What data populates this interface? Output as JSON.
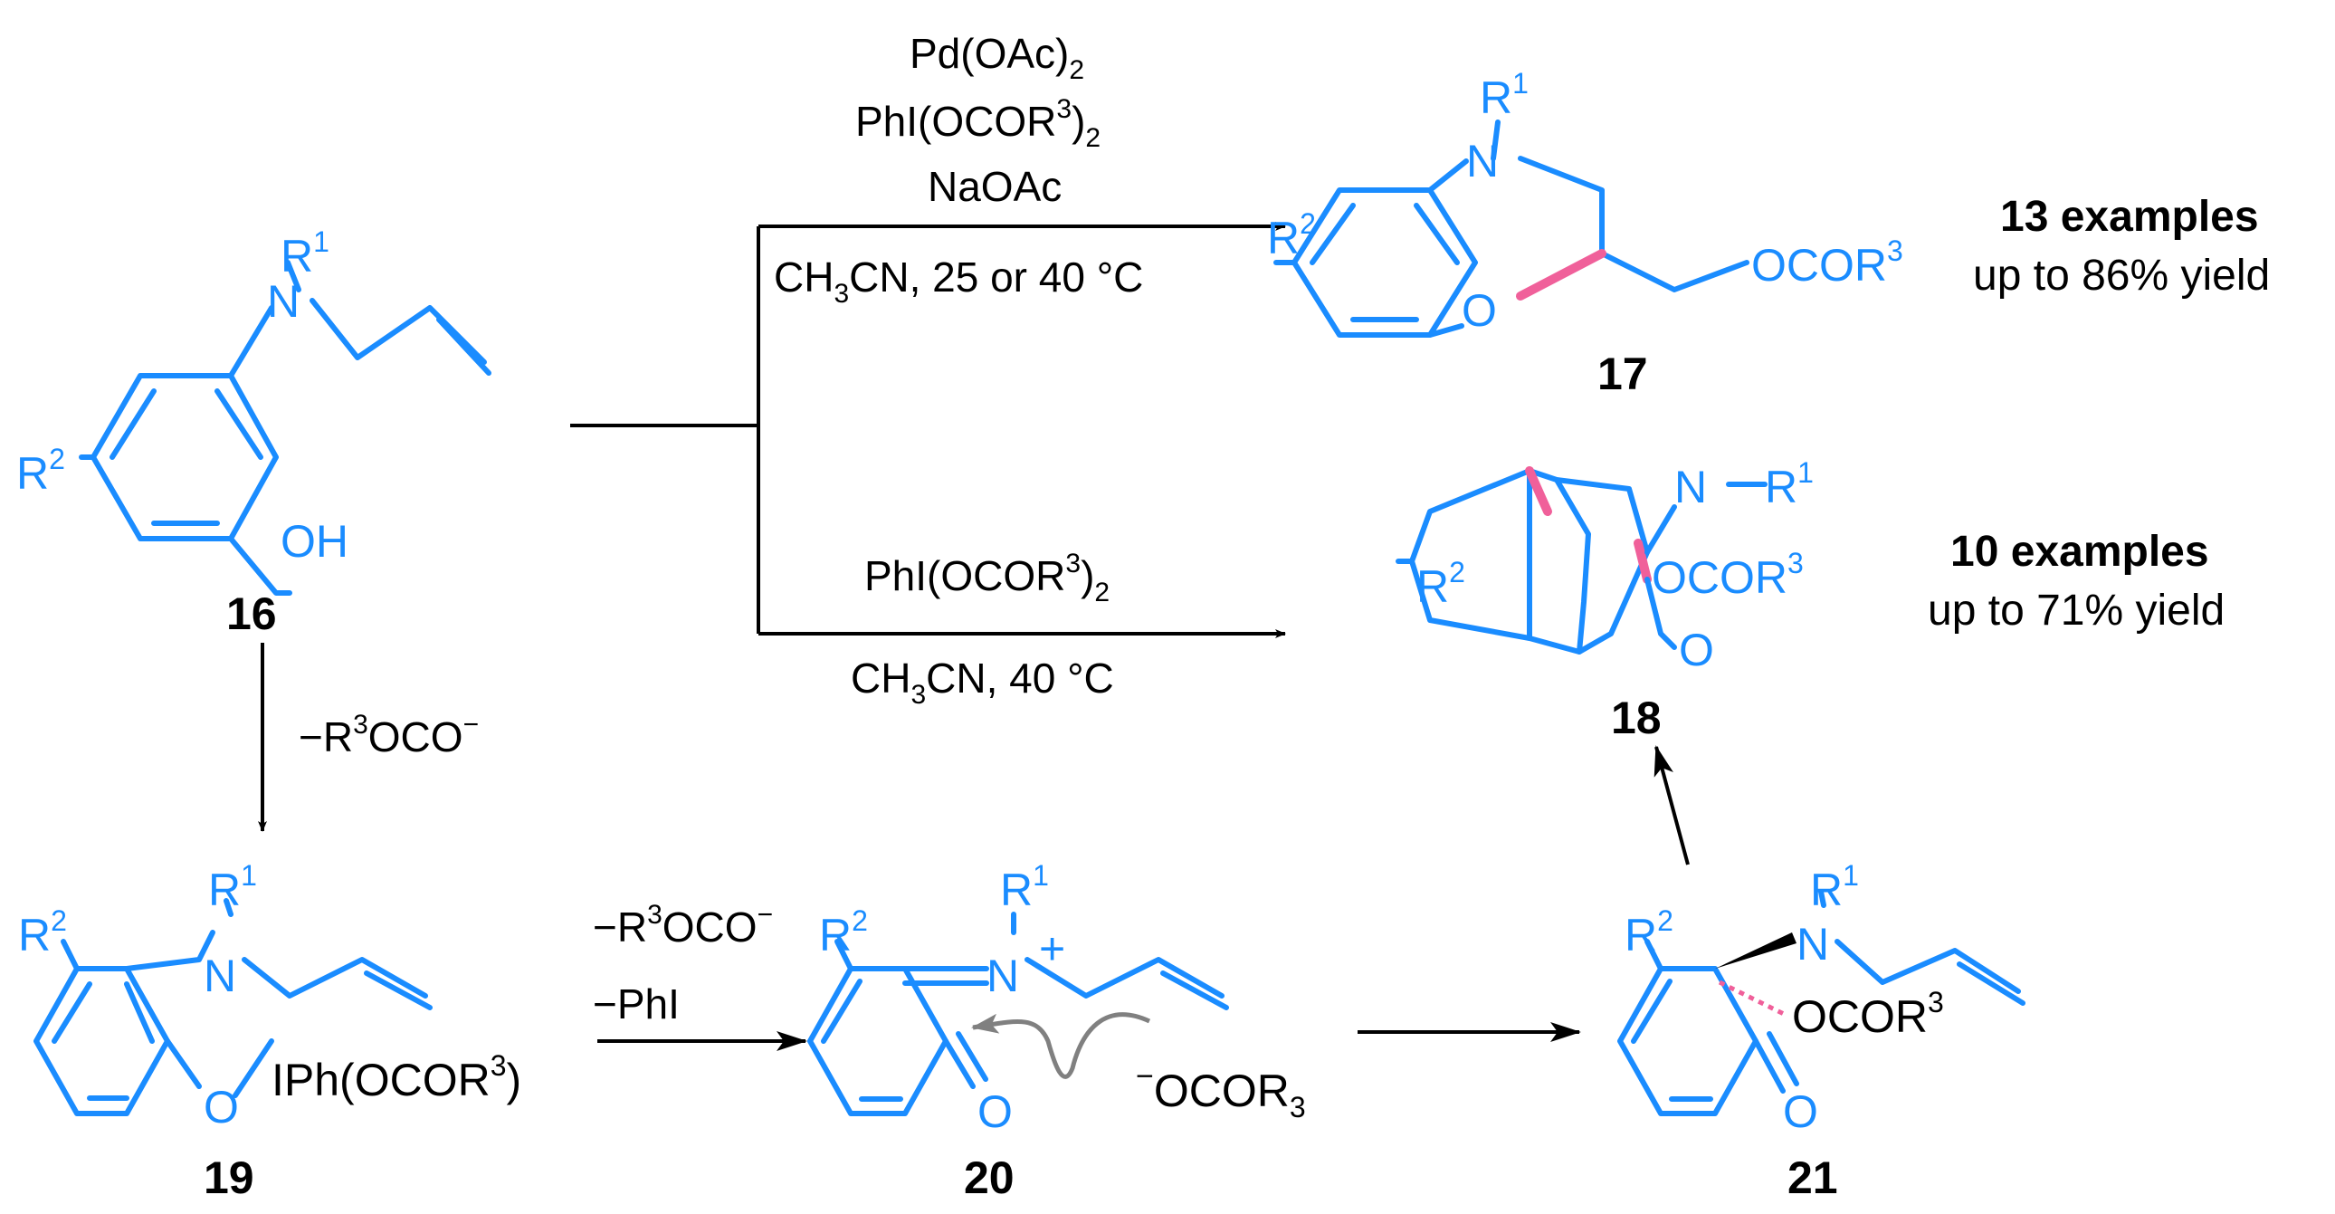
{
  "compounds": {
    "c16": {
      "number": "16",
      "R1": "R",
      "R1_sup": "1",
      "N": "N",
      "R2": "R",
      "R2_sup": "2",
      "OH": "OH"
    },
    "c17": {
      "number": "17",
      "R1": "R",
      "R1_sup": "1",
      "N": "N",
      "R2": "R",
      "R2_sup": "2",
      "O": "O",
      "ester": "OCOR",
      "ester_sup": "3"
    },
    "c18": {
      "number": "18",
      "N": "N",
      "R1": "R",
      "R1_sup": "1",
      "R2": "R",
      "R2_sup": "2",
      "ester": "OCOR",
      "ester_sup": "3",
      "O": "O"
    },
    "c19": {
      "number": "19",
      "R1": "R",
      "R1_sup": "1",
      "N": "N",
      "R2": "R",
      "R2_sup": "2",
      "O": "O",
      "iodane_a": "IPh(OCOR",
      "iodane_sup": "3",
      "iodane_b": ")"
    },
    "c20": {
      "number": "20",
      "R1": "R",
      "R1_sup": "1",
      "N": "N",
      "charge": "+",
      "R2": "R",
      "R2_sup": "2",
      "O": "O",
      "anion_minus": "−",
      "anion": "OCOR",
      "anion_sub": "3"
    },
    "c21": {
      "number": "21",
      "R1": "R",
      "R1_sup": "1",
      "N": "N",
      "R2": "R",
      "R2_sup": "2",
      "O": "O",
      "ester": "OCOR",
      "ester_sup": "3"
    }
  },
  "conditions": {
    "top": {
      "line1_a": "Pd(OAc)",
      "line1_sub": "2",
      "line2_a": "PhI(OCOR",
      "line2_sup": "3",
      "line2_b": ")",
      "line2_sub": "2",
      "line3": "NaOAc",
      "line4_a": "CH",
      "line4_sub": "3",
      "line4_b": "CN, 25 or 40 °C"
    },
    "bottom": {
      "line1_a": "PhI(OCOR",
      "line1_sup": "3",
      "line1_b": ")",
      "line1_sub": "2",
      "line2_a": "CH",
      "line2_sub": "3",
      "line2_b": "CN, 40 °C"
    },
    "down": {
      "a": "−R",
      "sup1": "3",
      "b": "OCO",
      "sup2": "−"
    },
    "mid": {
      "a": "−R",
      "sup1": "3",
      "b": "OCO",
      "sup2": "−",
      "line2": "−PhI"
    }
  },
  "results": {
    "r17": {
      "count": "13 examples",
      "yield": "up to 86% yield"
    },
    "r18": {
      "count": "10 examples",
      "yield": "up to 71% yield"
    }
  },
  "colors": {
    "structure": "#1a8cff",
    "new_bond": "#f0609a",
    "text": "#000000",
    "curved_arrow": "#808080"
  }
}
